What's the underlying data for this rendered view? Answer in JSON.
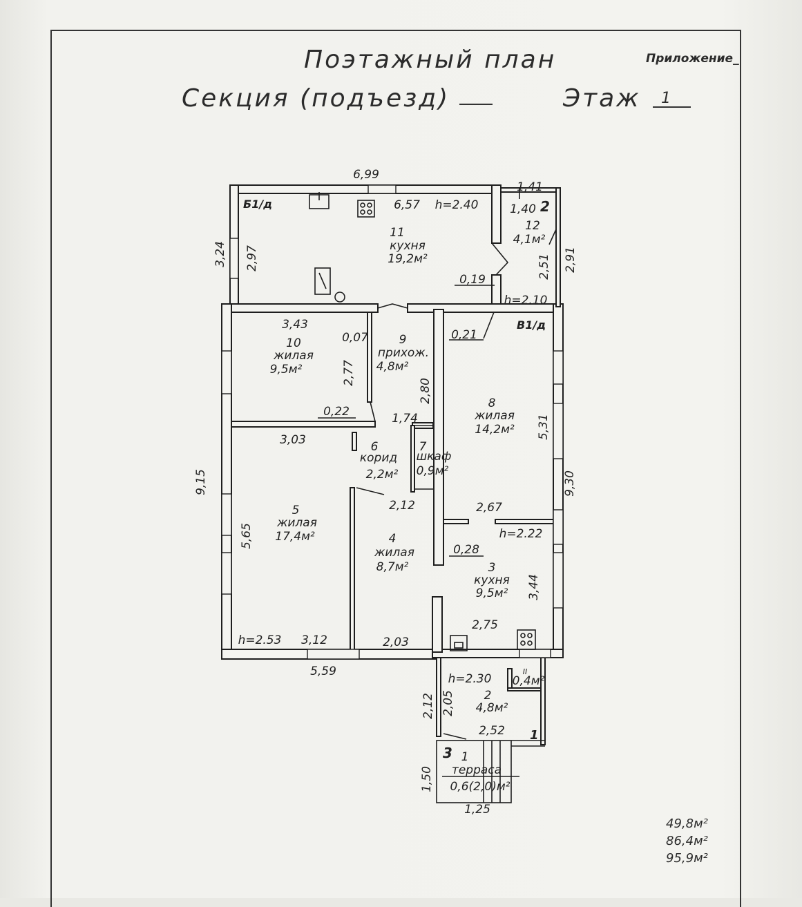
{
  "header": {
    "title": "Поэтажный план",
    "appendix": "Приложение_",
    "section_label": "Секция (подъезд)",
    "floor_label": "Этаж",
    "floor_value": "1"
  },
  "rooms": {
    "r11": {
      "num": "11",
      "name": "кухня",
      "area": "19,2м²"
    },
    "r12": {
      "num": "12",
      "area": "4,1м²"
    },
    "r10": {
      "num": "10",
      "name": "жилая",
      "area": "9,5м²"
    },
    "r9": {
      "num": "9",
      "name": "прихож.",
      "area": "4,8м²"
    },
    "r8": {
      "num": "8",
      "name": "жилая",
      "area": "14,2м²"
    },
    "r6": {
      "num": "6",
      "name": "корид",
      "area": "2,2м²"
    },
    "r7": {
      "num": "7",
      "name": "шкаф",
      "area": "0,9м²"
    },
    "r5": {
      "num": "5",
      "name": "жилая",
      "area": "17,4м²"
    },
    "r4": {
      "num": "4",
      "name": "жилая",
      "area": "8,7м²"
    },
    "r3": {
      "num": "3",
      "name": "кухня",
      "area": "9,5м²"
    },
    "r2": {
      "num": "2",
      "area": "4,8м²"
    },
    "r2b": {
      "num": "II",
      "area": "0,4м²"
    },
    "r1": {
      "num": "1",
      "name": "терраса",
      "area": "0,6(2,0)м²"
    }
  },
  "tags": {
    "b1": "Б1/д",
    "v1": "В1/д",
    "n2": "2",
    "n1": "1",
    "n3": "3"
  },
  "dims": {
    "d699": "6,99",
    "d657": "6,57",
    "h240": "h=2.40",
    "d141": "1,41",
    "d140": "1,40",
    "d324": "3,24",
    "d297": "2,97",
    "d251": "2,51",
    "d291": "2,91",
    "d019": "0,19",
    "h210": "h=2.10",
    "d343": "3,43",
    "d007": "0,07",
    "d021": "0,21",
    "d277": "2,77",
    "d280": "2,80",
    "d531": "5,31",
    "d022": "0,22",
    "d174": "1,74",
    "d303": "3,03",
    "d915": "9,15",
    "d930": "9,30",
    "d212": "2,12",
    "d267": "2,67",
    "h222": "h=2.22",
    "d565": "5,65",
    "d028": "0,28",
    "d344": "3,44",
    "d275": "2,75",
    "h253": "h=2.53",
    "d312": "3,12",
    "d203": "2,03",
    "d559": "5,59",
    "h230": "h=2.30",
    "d212b": "2,12",
    "d205": "2,05",
    "d252": "2,52",
    "d150": "1,50",
    "d125": "1,25"
  },
  "totals": {
    "t1": "49,8м²",
    "t2": "86,4м²",
    "t3": "95,9м²"
  }
}
